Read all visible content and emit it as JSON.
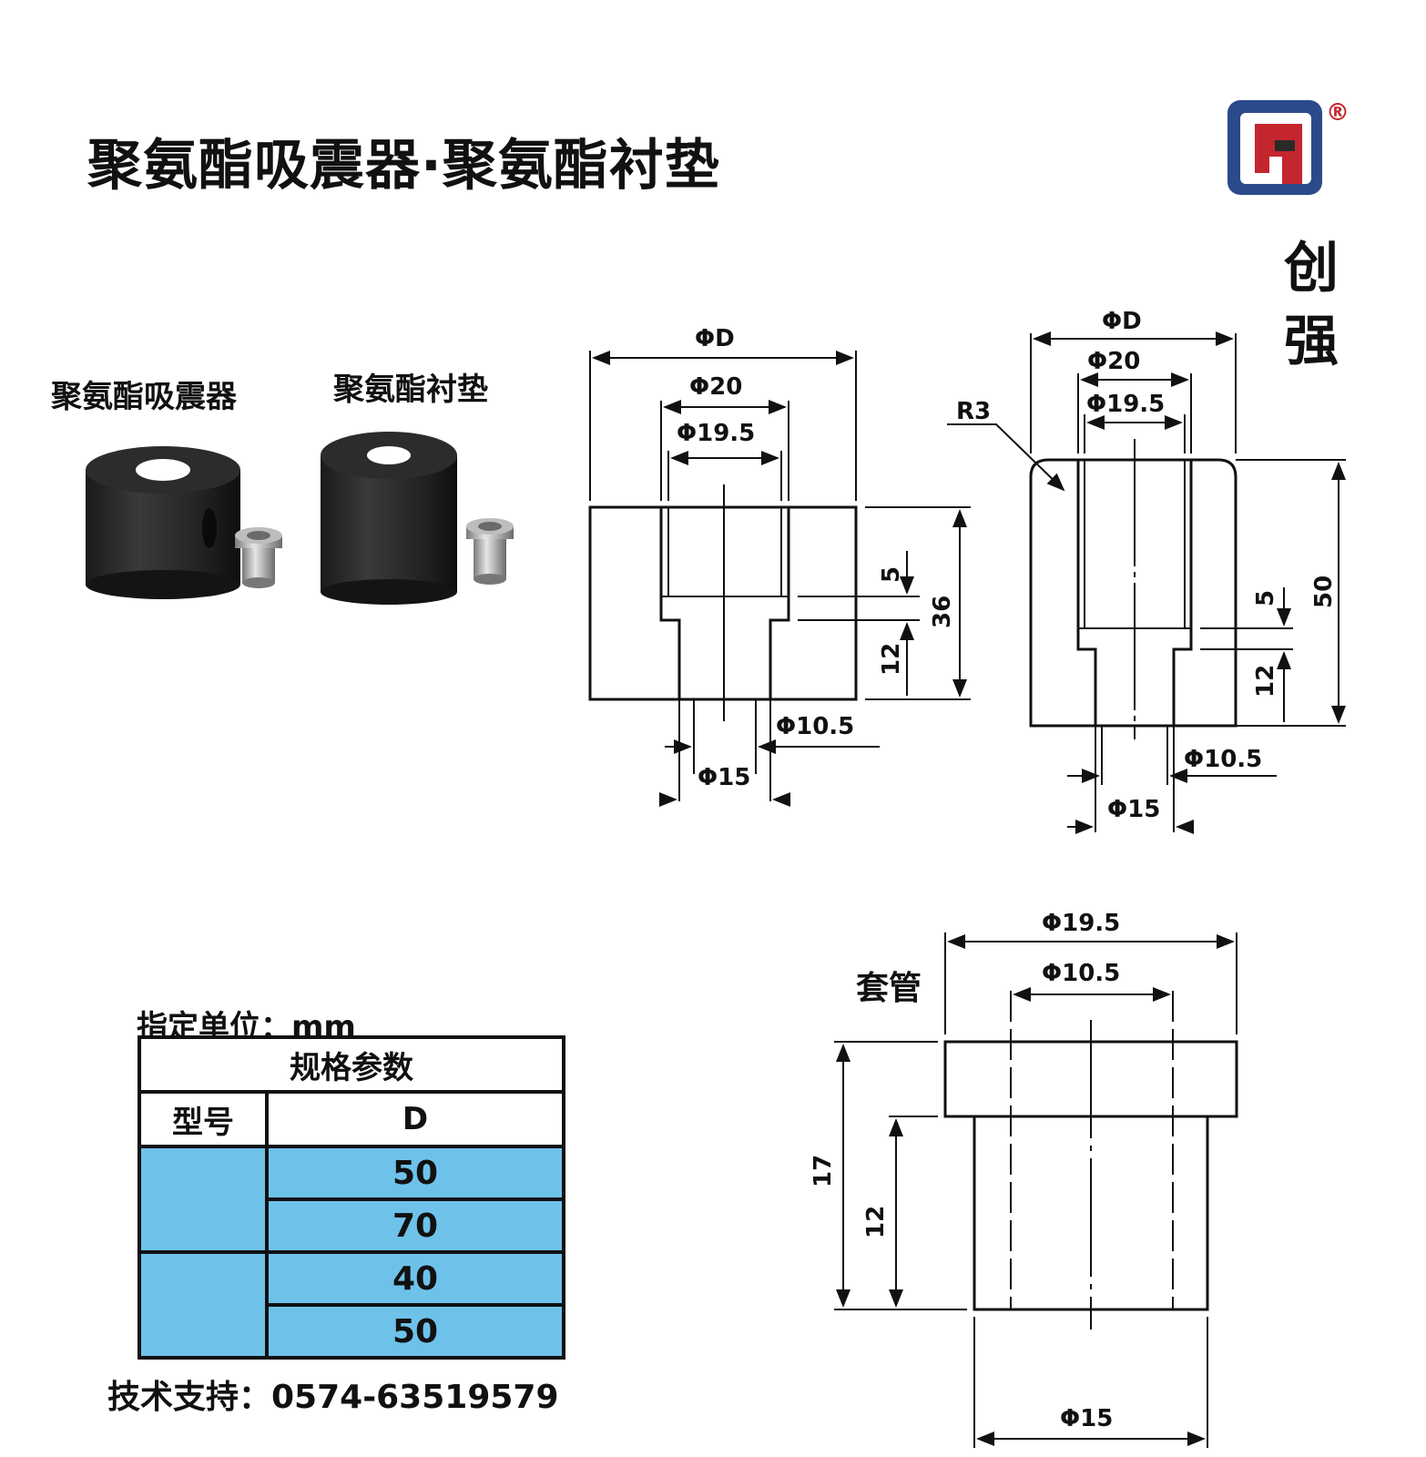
{
  "title": "聚氨酯吸震器·聚氨酯衬垫",
  "brand": {
    "registered_mark": "®",
    "char1": "创",
    "char2": "强",
    "logo_colors": [
      "#2b4a8b",
      "#c4262e",
      "#2a2a2a"
    ]
  },
  "photos": {
    "label_left": "聚氨酯吸震器",
    "label_right": "聚氨酯衬垫"
  },
  "drawing1": {
    "phi_D": "ΦD",
    "phi_20": "Φ20",
    "phi_19_5": "Φ19.5",
    "dim_5": "5",
    "dim_36": "36",
    "dim_12": "12",
    "phi_10_5": "Φ10.5",
    "phi_15": "Φ15"
  },
  "drawing2": {
    "phi_D": "ΦD",
    "phi_20": "Φ20",
    "phi_19_5": "Φ19.5",
    "r3": "R3",
    "dim_5": "5",
    "dim_50": "50",
    "dim_12": "12",
    "phi_10_5": "Φ10.5",
    "phi_15": "Φ15"
  },
  "drawing3": {
    "label": "套管",
    "phi_19_5": "Φ19.5",
    "phi_10_5": "Φ10.5",
    "dim_17": "17",
    "dim_12": "12",
    "phi_15": "Φ15"
  },
  "spec": {
    "unit_label": "指定单位：mm",
    "header": "规格参数",
    "col_model": "型号",
    "col_d": "D",
    "rows": [
      "50",
      "70",
      "40",
      "50"
    ]
  },
  "support": "技术支持：0574-63519579"
}
